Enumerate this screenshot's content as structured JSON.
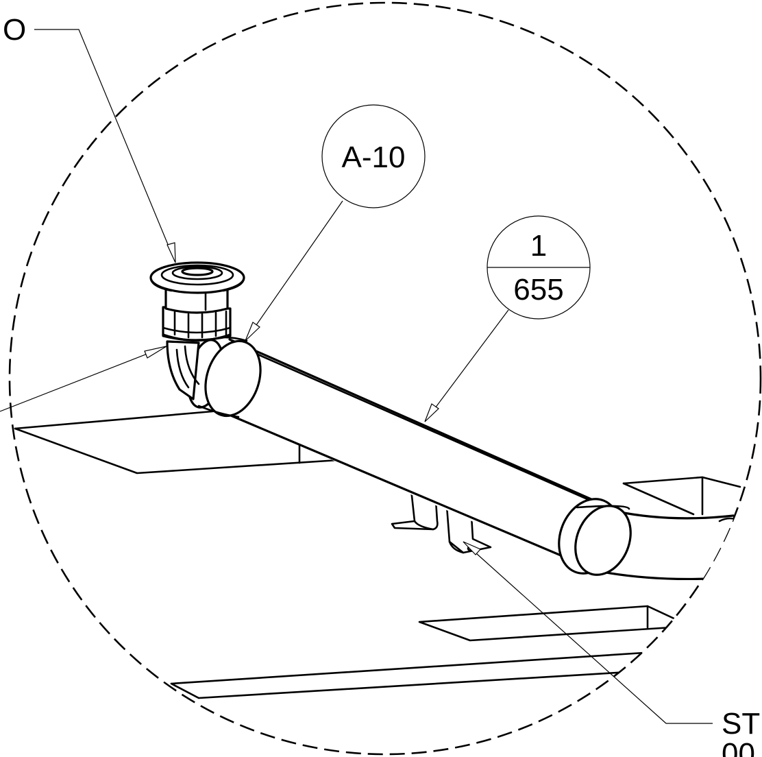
{
  "callouts": {
    "top_left_partial": "O",
    "bubble_a10": "A-10",
    "bubble_fraction_top": "1",
    "bubble_fraction_bottom": "655",
    "bottom_right_line1": "ST",
    "bottom_right_line2": "00"
  },
  "colors": {
    "ink": "#000000",
    "paper": "#ffffff"
  }
}
